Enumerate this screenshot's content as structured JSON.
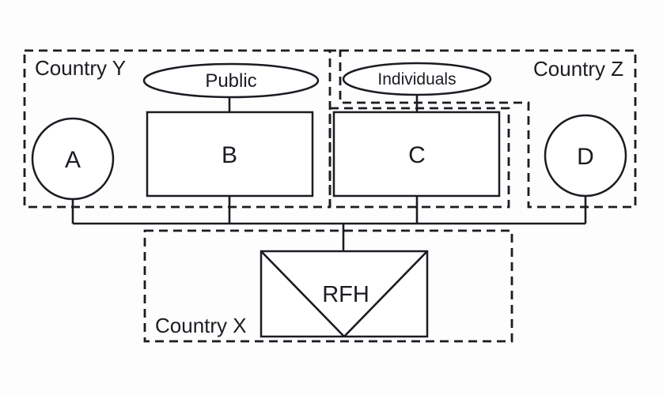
{
  "diagram": {
    "type": "entity-structure-diagram",
    "background": "#fdfdfd",
    "stroke_color": "#1b1b22",
    "regions": {
      "country_y": {
        "label": "Country Y",
        "style": "dashed-rectangle"
      },
      "country_z": {
        "label": "Country Z",
        "style": "dashed-l-shape"
      },
      "country_x": {
        "label": "Country X",
        "style": "dashed-rectangle"
      },
      "c_group": {
        "label": "",
        "style": "dashed-rectangle"
      }
    },
    "nodes": {
      "a": {
        "label": "A",
        "shape": "circle"
      },
      "b": {
        "label": "B",
        "shape": "rectangle"
      },
      "c": {
        "label": "C",
        "shape": "rectangle"
      },
      "d": {
        "label": "D",
        "shape": "circle"
      },
      "rfh": {
        "label": "RFH",
        "shape": "rectangle-with-diagonals"
      },
      "public": {
        "label": "Public",
        "shape": "ellipse"
      },
      "individuals": {
        "label": "Individuals",
        "shape": "ellipse"
      }
    },
    "edges": [
      {
        "from": "Public",
        "to": "B"
      },
      {
        "from": "Individuals",
        "to": "C"
      },
      {
        "from": "A",
        "to": "RFH"
      },
      {
        "from": "B",
        "to": "RFH"
      },
      {
        "from": "C",
        "to": "RFH"
      },
      {
        "from": "D",
        "to": "RFH"
      }
    ]
  }
}
